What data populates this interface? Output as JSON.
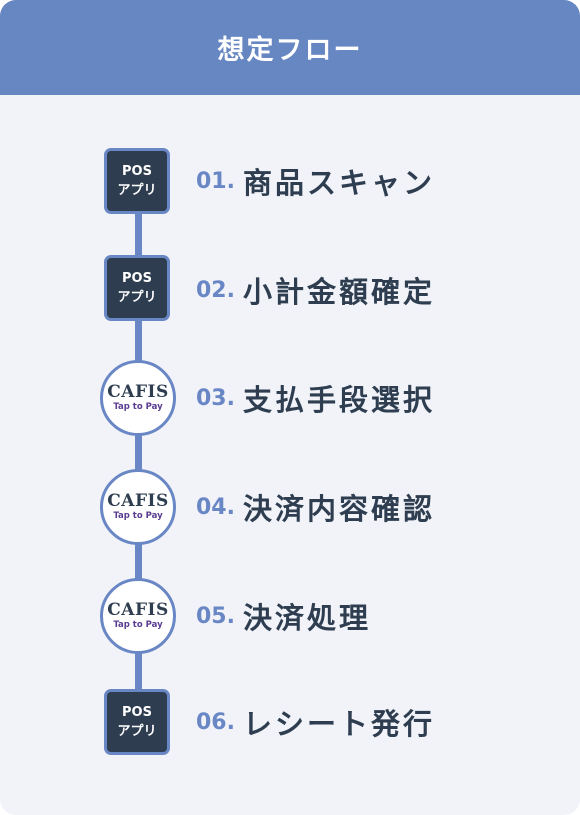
{
  "header": {
    "title": "想定フロー"
  },
  "steps": [
    {
      "number": "01.",
      "label": "商品スキャン",
      "badge": {
        "kind": "pos",
        "line1": "POS",
        "line2": "アプリ"
      }
    },
    {
      "number": "02.",
      "label": "小計金額確定",
      "badge": {
        "kind": "pos",
        "line1": "POS",
        "line2": "アプリ"
      }
    },
    {
      "number": "03.",
      "label": "支払手段選択",
      "badge": {
        "kind": "cafis",
        "logo": "CAFIS",
        "sub": "Tap to Pay"
      }
    },
    {
      "number": "04.",
      "label": "決済内容確認",
      "badge": {
        "kind": "cafis",
        "logo": "CAFIS",
        "sub": "Tap to Pay"
      }
    },
    {
      "number": "05.",
      "label": "決済処理",
      "badge": {
        "kind": "cafis",
        "logo": "CAFIS",
        "sub": "Tap to Pay"
      }
    },
    {
      "number": "06.",
      "label": "レシート発行",
      "badge": {
        "kind": "pos",
        "line1": "POS",
        "line2": "アプリ"
      }
    }
  ],
  "colors": {
    "header_bg": "#6787c3",
    "accent": "#6a87c5",
    "dark": "#2e3e50",
    "background": "#f1f3f9"
  }
}
